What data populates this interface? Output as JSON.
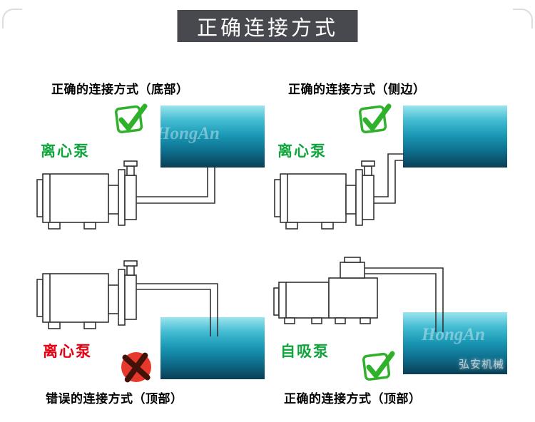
{
  "header": {
    "title": "正确连接方式"
  },
  "panels": [
    {
      "caption": "正确的连接方式（底部）",
      "pump_label": "离心泵",
      "verdict": "correct",
      "mark": "check-icon"
    },
    {
      "caption": "正确的连接方式（侧边）",
      "pump_label": "离心泵",
      "verdict": "correct",
      "mark": "check-icon"
    },
    {
      "caption": "错误的连接方式（顶部）",
      "pump_label": "离心泵",
      "verdict": "wrong",
      "mark": "cross-icon"
    },
    {
      "caption": "正确的连接方式（顶部）",
      "pump_label": "自吸泵",
      "verdict": "correct",
      "mark": "check-icon"
    }
  ],
  "watermark": {
    "latin": "HongAn",
    "cn": "弘安机械"
  },
  "colors": {
    "header_bg": "#48484f",
    "green": "#10a43c",
    "red_label": "#e60012",
    "mark_green": "#2fb12c",
    "mark_red": "#e6392c",
    "cross_stroke": "#421108",
    "line": "#333333"
  }
}
